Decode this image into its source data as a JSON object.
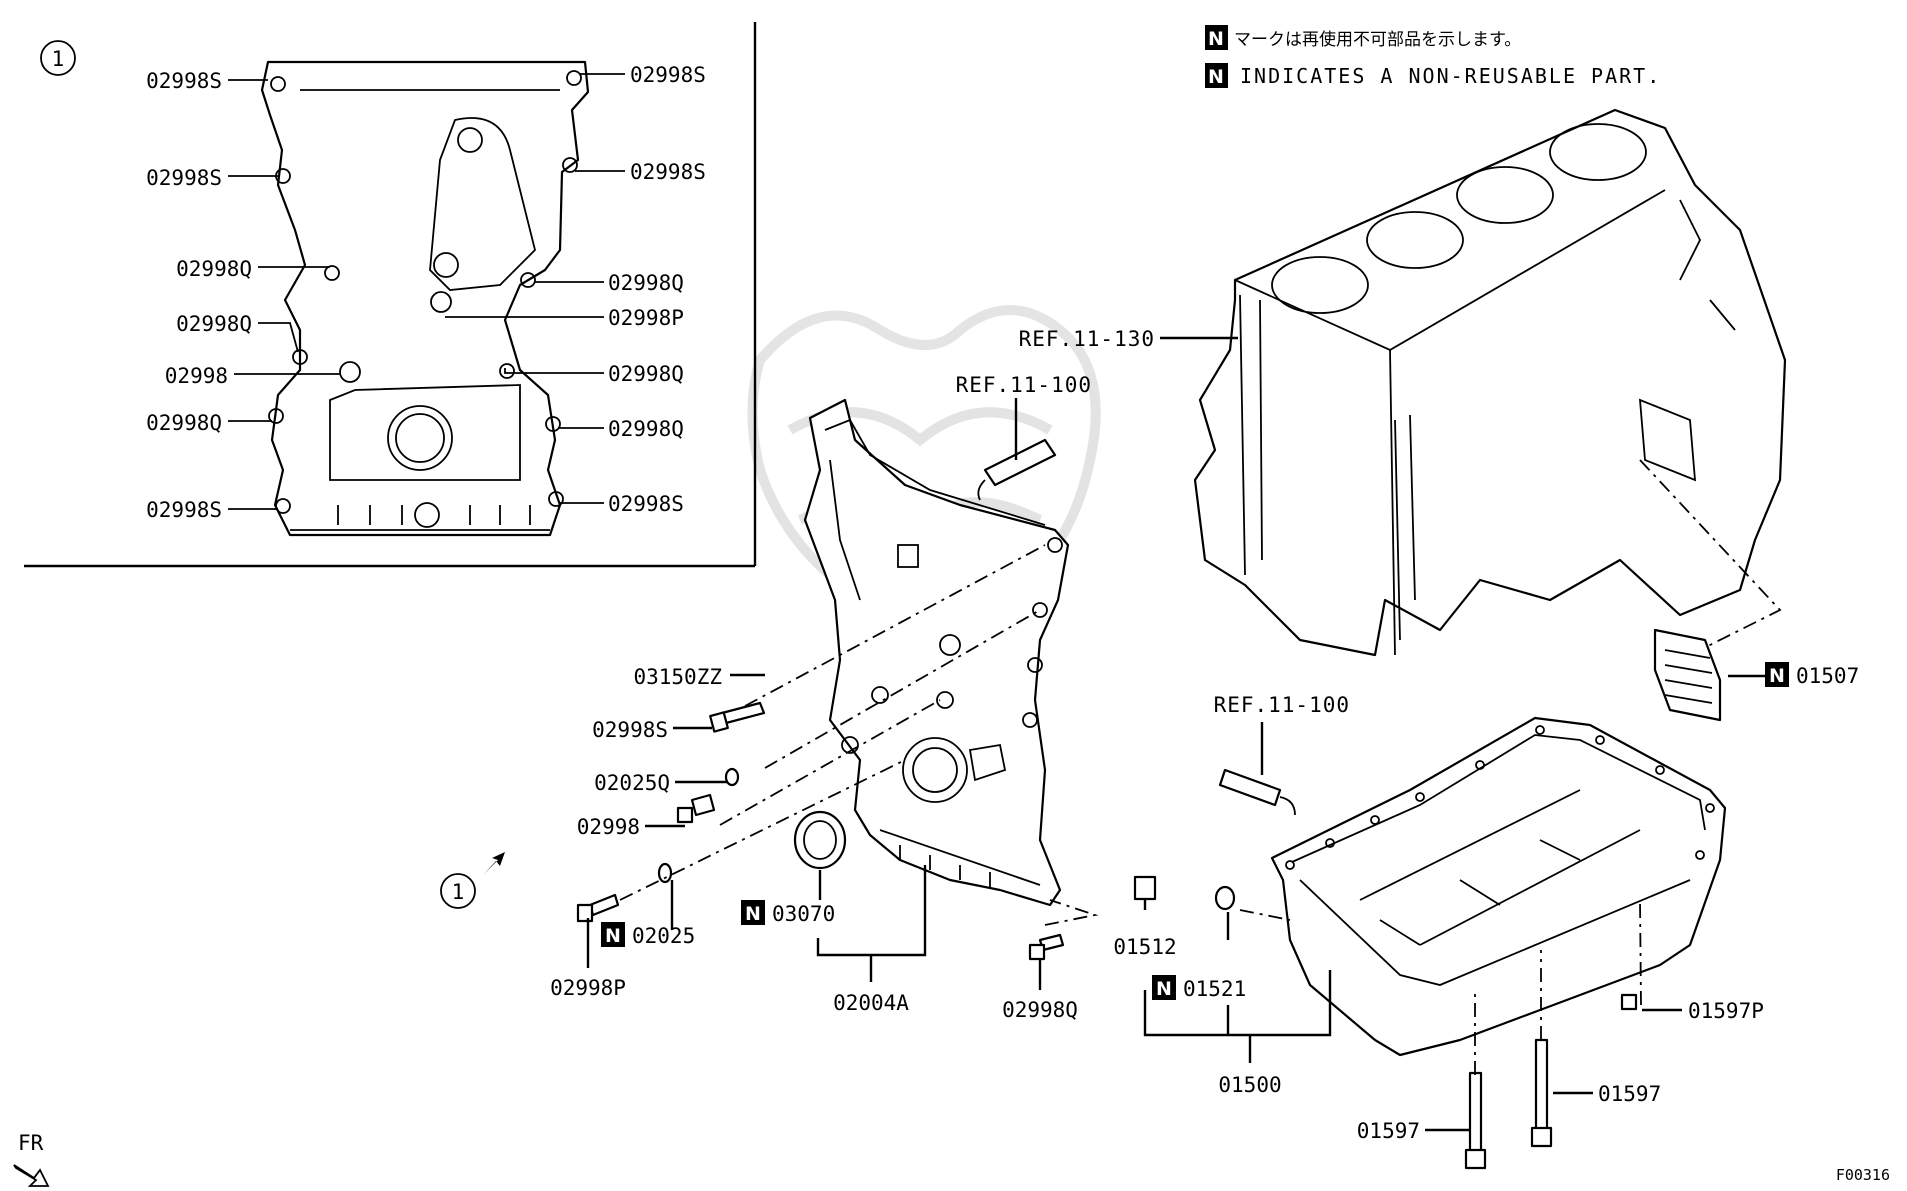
{
  "notice": {
    "badge": "N",
    "jp": "マークは再使用不可部品を示します。",
    "en": "INDICATES A NON-REUSABLE PART."
  },
  "figure_code": "F00316",
  "fr_label": "FR",
  "detail_callout": "1",
  "detail_view_labels": {
    "left": [
      "02998S",
      "02998S",
      "02998Q",
      "02998Q",
      "02998",
      "02998Q",
      "02998S"
    ],
    "right": [
      "02998S",
      "02998S",
      "02998Q",
      "02998P",
      "02998Q",
      "02998Q",
      "02998S"
    ]
  },
  "references": {
    "block": "REF.11-130",
    "sealant_cover": "REF.11-100",
    "sealant_pan": "REF.11-100"
  },
  "parts": {
    "p03150ZZ": "03150ZZ",
    "p02998S": "02998S",
    "p02025Q": "02025Q",
    "p02998": "02998",
    "p02998P": "02998P",
    "p02025": "02025",
    "p03070": "03070",
    "p02004A": "02004A",
    "p02998Q": "02998Q",
    "p01512": "01512",
    "p01521": "01521",
    "p01500": "01500",
    "p01507": "01507",
    "p01597P": "01597P",
    "p01597a": "01597",
    "p01597b": "01597"
  },
  "non_reusable_parts": [
    "02025",
    "03070",
    "01521",
    "01507"
  ]
}
